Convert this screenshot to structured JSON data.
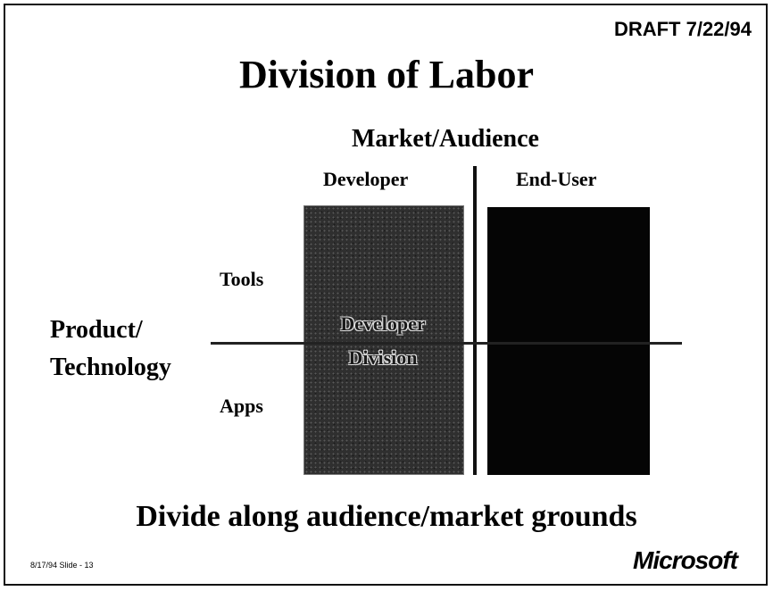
{
  "slide": {
    "draft": "DRAFT 7/22/94",
    "title": "Division of Labor",
    "axis_top": "Market/Audience",
    "columns": [
      "Developer",
      "End-User"
    ],
    "rows": [
      "Tools",
      "Apps"
    ],
    "axis_left": [
      "Product/",
      "Technology"
    ],
    "box_text": [
      "Developer",
      "Division"
    ],
    "bottom_text": "Divide along audience/market grounds",
    "footer": "8/17/94 Slide - 13",
    "logo": "Microsoft"
  }
}
